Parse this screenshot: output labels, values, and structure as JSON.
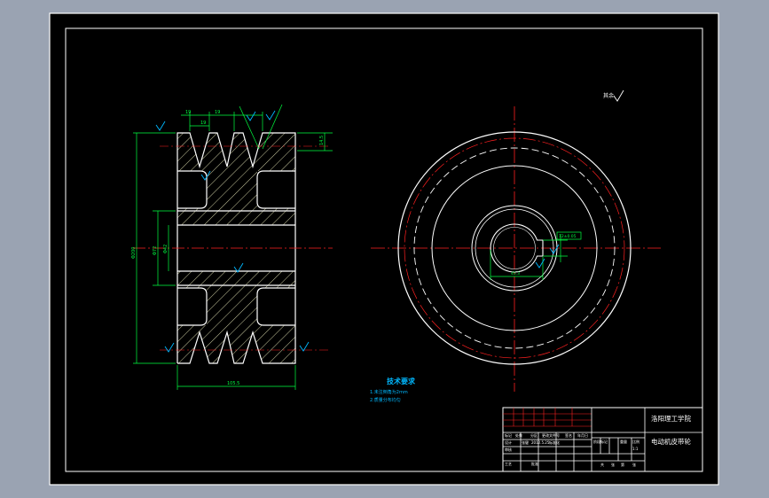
{
  "colors": {
    "background": "#9aa3b2",
    "sheet": "#000000",
    "outline": "#ffffff",
    "centerline": "#ff2020",
    "dimension": "#00ff40",
    "symbol": "#00b8ff",
    "hatch": "#ffffcc"
  },
  "drawing": {
    "roughness_corner_label": "其余",
    "section_dims": {
      "overall_width": "105.5",
      "top_pitch_a": "19",
      "top_pitch_b": "19",
      "top_pitch_c": "19",
      "groove_depth": "14.5",
      "outer_diameter": "Φ200",
      "bore_diameter": "Φ42",
      "hub_diameter": "Φ72"
    },
    "front_view": {
      "keyway_width_tol": "12±0.05",
      "keyway_depth": "45.3"
    }
  },
  "tech_requirements": {
    "heading": "技术要求",
    "items": [
      "1.未注倒角为2mm",
      "2.质量分布均匀"
    ]
  },
  "title_block": {
    "school": "洛阳理工学院",
    "part_name": "电动机皮带轮",
    "scale": "1:1",
    "header_row": [
      "标记",
      "处数",
      "分区",
      "更改文件号",
      "签名",
      "年月日"
    ],
    "design_row": [
      "设计",
      "张健",
      "2012.5.25",
      "标准化"
    ],
    "left_labels": [
      "审核",
      "工艺",
      "批准"
    ],
    "stage_labels": [
      "阶段标记",
      "重量",
      "比例"
    ],
    "sheet_labels": [
      "共",
      "张",
      "第",
      "张"
    ]
  }
}
